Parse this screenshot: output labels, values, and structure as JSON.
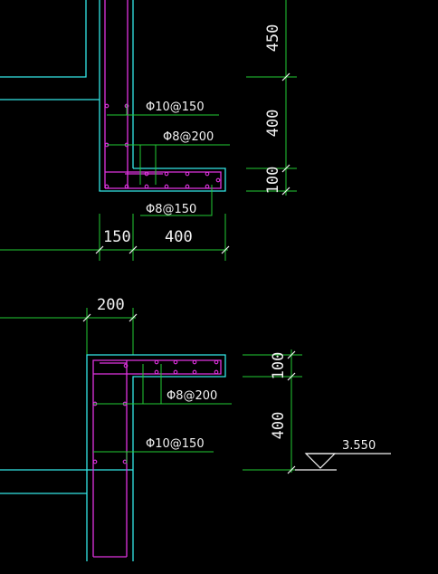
{
  "colors": {
    "background": "#000000",
    "outline": "#33e6e6",
    "rebar": "#e033e0",
    "leader": "#22cc33",
    "text": "#f2f2f2"
  },
  "detail_top": {
    "bar_label_1": "Φ10@150",
    "bar_label_2": "Φ8@200",
    "bar_label_3": "Φ8@150",
    "dim_h_1": "150",
    "dim_h_2": "400",
    "dim_v_1": "450",
    "dim_v_2": "400",
    "dim_v_3": "100"
  },
  "detail_bottom": {
    "dim_top": "200",
    "bar_label_1": "Φ8@200",
    "bar_label_2": "Φ10@150",
    "dim_v_1": "100",
    "dim_v_2": "400",
    "elevation": "3.550"
  }
}
